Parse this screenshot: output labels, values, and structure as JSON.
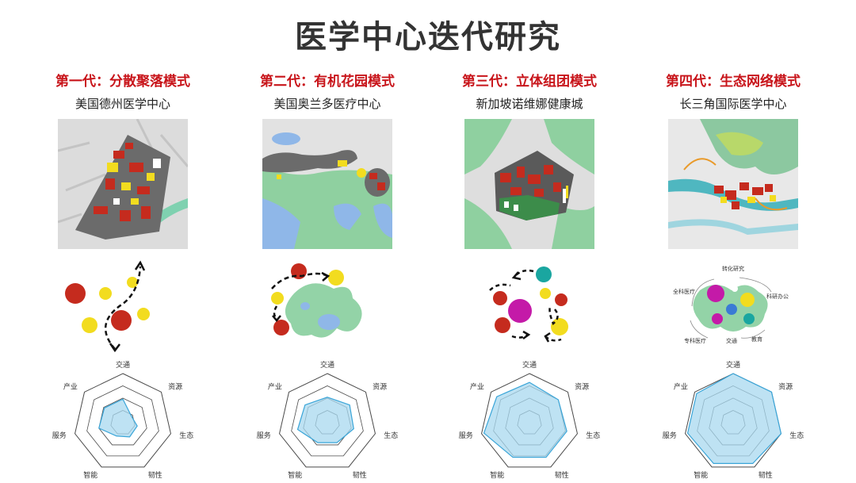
{
  "title": "医学中心迭代研究",
  "radar_axes": [
    "交通",
    "资源",
    "生态",
    "韧性",
    "智能",
    "服务",
    "产业"
  ],
  "colors": {
    "accent_red": "#c8141a",
    "red_block": "#c52b1e",
    "yellow_block": "#f2dc1f",
    "green_area": "#93d3a7",
    "water": "#8fb7e8",
    "radar_fill": "#a8d8ef",
    "radar_stroke": "#3aa5d8"
  },
  "generations": [
    {
      "heading": "第一代：分散聚落模式",
      "case": "美国德州医学中心",
      "map_icon": "campus-map-texas",
      "concept_icon": "scattered-clusters-icon",
      "radar_values": [
        0.48,
        0.22,
        0.3,
        0.32,
        0.3,
        0.5,
        0.48
      ]
    },
    {
      "heading": "第二代：有机花园模式",
      "case": "美国奥兰多医疗中心",
      "map_icon": "campus-map-orlando",
      "concept_icon": "organic-garden-icon",
      "radar_values": [
        0.52,
        0.58,
        0.55,
        0.45,
        0.45,
        0.62,
        0.58
      ]
    },
    {
      "heading": "第三代：立体组团模式",
      "case": "新加坡诺维娜健康城",
      "map_icon": "campus-map-novena",
      "concept_icon": "vertical-cluster-icon",
      "radar_values": [
        0.82,
        0.75,
        0.78,
        0.78,
        0.78,
        0.95,
        0.85
      ]
    },
    {
      "heading": "第四代：生态网络模式",
      "case": "长三角国际医学中心",
      "map_icon": "campus-map-yangtze",
      "concept_icon": "eco-network-icon",
      "radar_values": [
        1.0,
        1.0,
        1.0,
        0.92,
        0.92,
        0.95,
        0.95
      ],
      "network_labels": [
        "转化研究",
        "科研办公",
        "教育",
        "交通",
        "全科医疗",
        "专科医疗"
      ]
    }
  ]
}
